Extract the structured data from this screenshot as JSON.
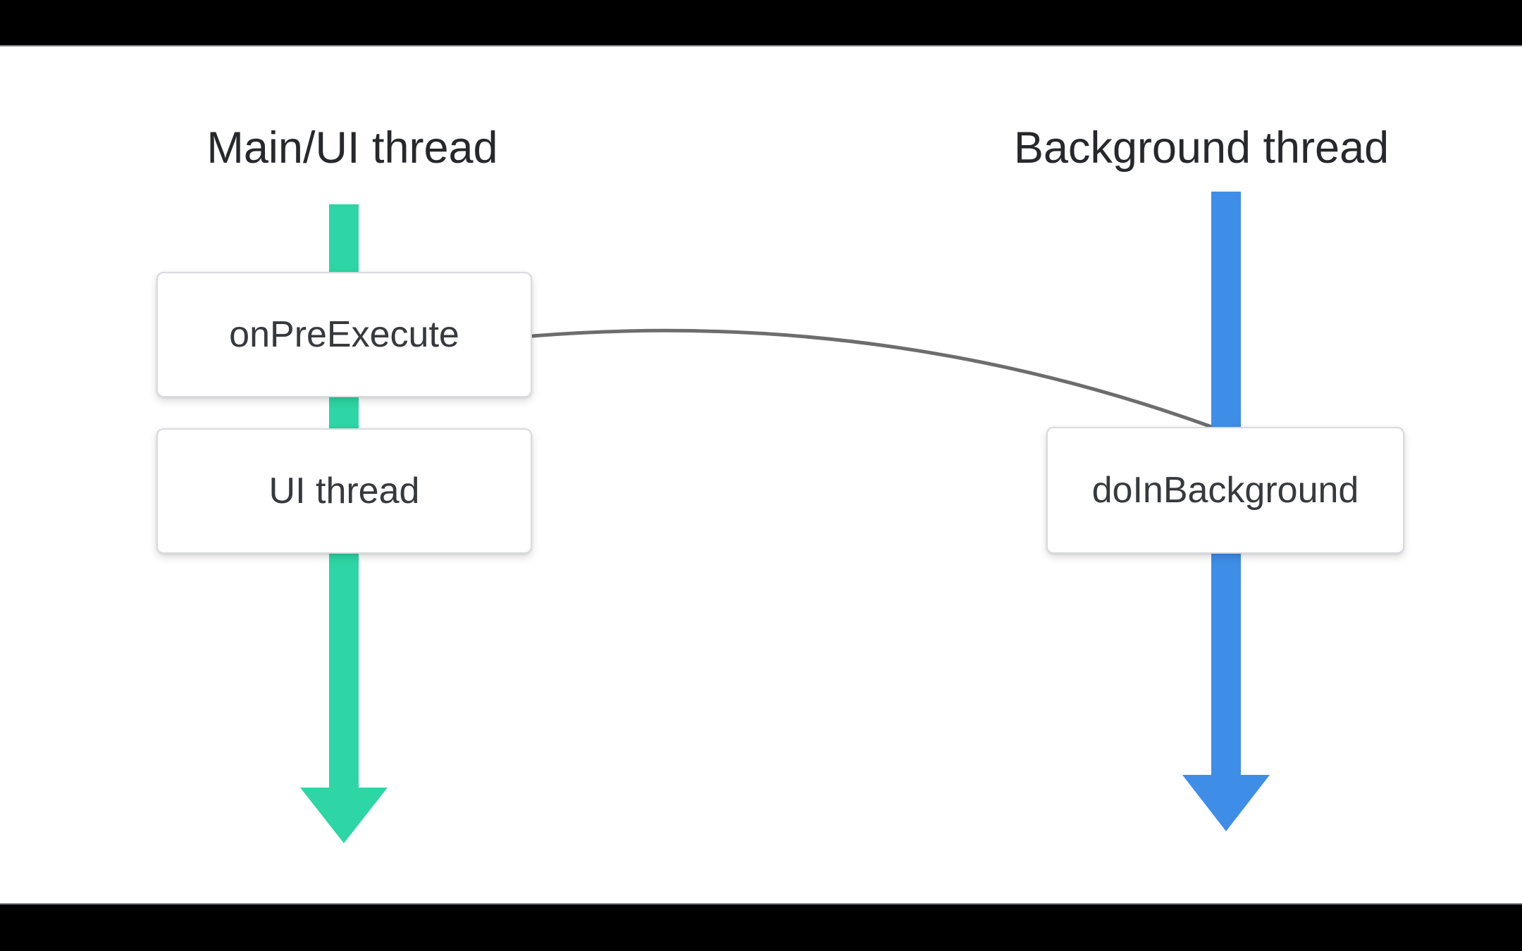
{
  "slide": {
    "kind": "async-task-thread-diagram",
    "background_color": "#ffffff",
    "letterbox_color": "#000000",
    "letterbox_edge_color": "#84848b"
  },
  "columns": [
    {
      "title": "Main/UI thread",
      "arrow_color": "#2dd6a4",
      "boxes": [
        {
          "label": "onPreExecute"
        },
        {
          "label": "UI thread"
        }
      ]
    },
    {
      "title": "Background thread",
      "arrow_color": "#3e8ee8",
      "boxes": [
        {
          "label": "doInBackground"
        }
      ]
    }
  ],
  "connector": {
    "from": "onPreExecute",
    "to": "doInBackground",
    "color": "#6d6d6d"
  }
}
